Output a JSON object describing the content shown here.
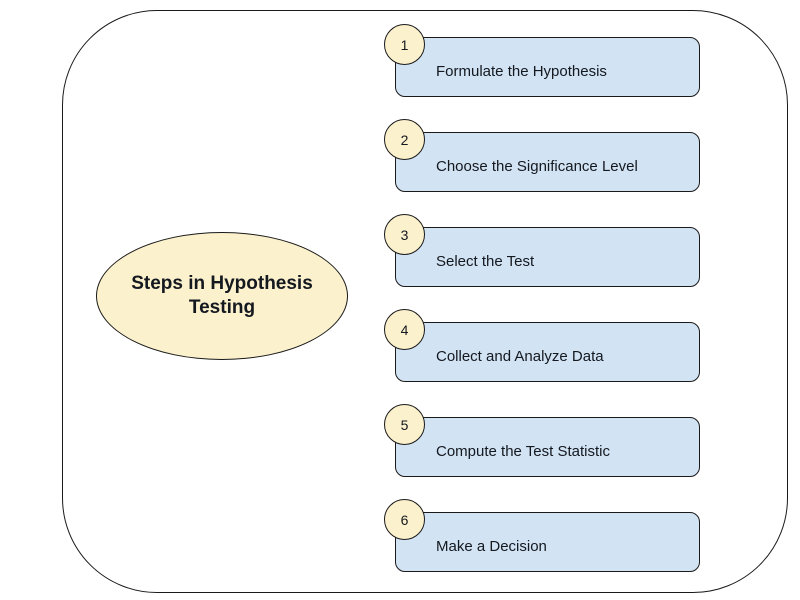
{
  "diagram": {
    "title": "Steps in Hypothesis Testing",
    "steps": [
      {
        "number": "1",
        "label": "Formulate the Hypothesis"
      },
      {
        "number": "2",
        "label": "Choose the Significance Level"
      },
      {
        "number": "3",
        "label": "Select the Test"
      },
      {
        "number": "4",
        "label": "Collect and Analyze Data"
      },
      {
        "number": "5",
        "label": "Compute the Test Statistic"
      },
      {
        "number": "6",
        "label": "Make a Decision"
      }
    ],
    "colors": {
      "background": "#ffffff",
      "step_fill": "#d2e3f3",
      "badge_fill": "#fcf1cd",
      "ellipse_fill": "#fcf1cd",
      "border": "#1a1a1a",
      "text": "#14181f"
    }
  }
}
